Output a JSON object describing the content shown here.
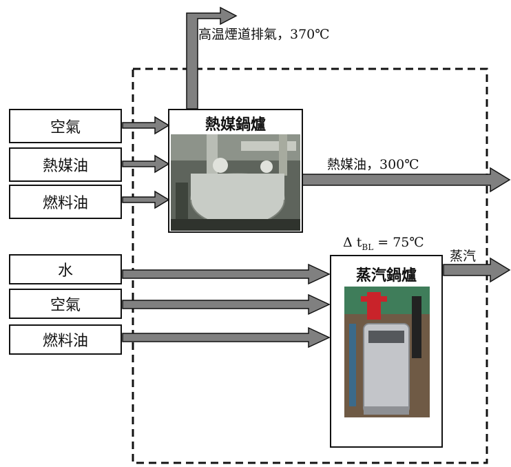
{
  "inputs_top": [
    "空氣",
    "熱媒油",
    "燃料油"
  ],
  "inputs_bottom": [
    "水",
    "空氣",
    "燃料油"
  ],
  "heater": {
    "title": "熱媒鍋爐"
  },
  "boiler": {
    "title": "蒸汽鍋爐"
  },
  "labels": {
    "exhaust": "高温煙道排氣，370℃",
    "thermal_oil_out": "熱媒油，300℃",
    "delta_prefix": "Δ t",
    "delta_sub": "BL",
    "delta_suffix": " = 75℃",
    "steam": "蒸汽"
  },
  "colors": {
    "arrow": "#808080",
    "border": "#111111"
  }
}
